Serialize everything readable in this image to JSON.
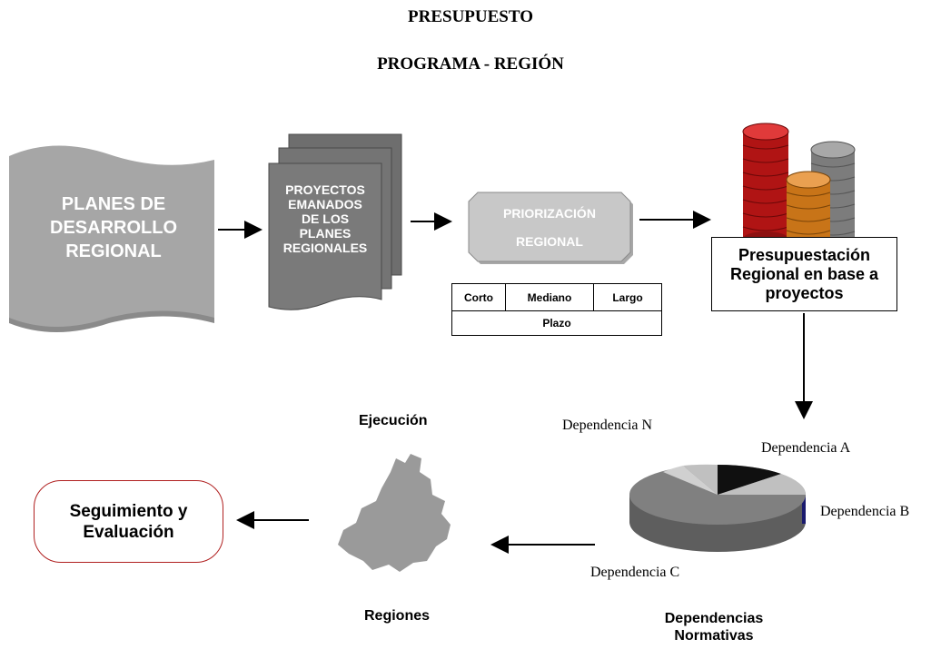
{
  "title_line1": "PRESUPUESTO",
  "title_line2": "PROGRAMA - REGIÓN",
  "planes": {
    "line1": "PLANES DE",
    "line2": "DESARROLLO",
    "line3": "REGIONAL"
  },
  "proyectos": {
    "line1": "PROYECTOS",
    "line2": "EMANADOS",
    "line3": "DE LOS",
    "line4": "PLANES",
    "line5": "REGIONALES"
  },
  "priorizacion": {
    "line1": "PRIORIZACIÓN",
    "line2": "REGIONAL"
  },
  "plazo_table": {
    "corto": "Corto",
    "mediano": "Mediano",
    "largo": "Largo",
    "plazo": "Plazo"
  },
  "presupuestacion": {
    "line1": "Presupuestación",
    "line2": "Regional en base a",
    "line3": "proyectos"
  },
  "pie": {
    "dep_n": "Dependencia N",
    "dep_a": "Dependencia  A",
    "dep_b": "Dependencia  B",
    "dep_c": "Dependencia  C",
    "caption_line1": "Dependencias",
    "caption_line2": "Normativas"
  },
  "ejecucion": "Ejecución",
  "regiones": "Regiones",
  "seguimiento": {
    "line1": "Seguimiento y",
    "line2": "Evaluación"
  },
  "colors": {
    "planes_fill": "#a6a6a6",
    "doc_fill": "#7a7a7a",
    "prior_fill": "#c8c8c8",
    "pie_dark": "#808080",
    "pie_light": "#c0c0c0",
    "pie_black": "#101010",
    "pie_navy": "#1a1a6e",
    "coin_red": "#c81818",
    "coin_gray": "#8c8c8c",
    "coin_orange": "#d8821c",
    "seg_border": "#b02020"
  }
}
